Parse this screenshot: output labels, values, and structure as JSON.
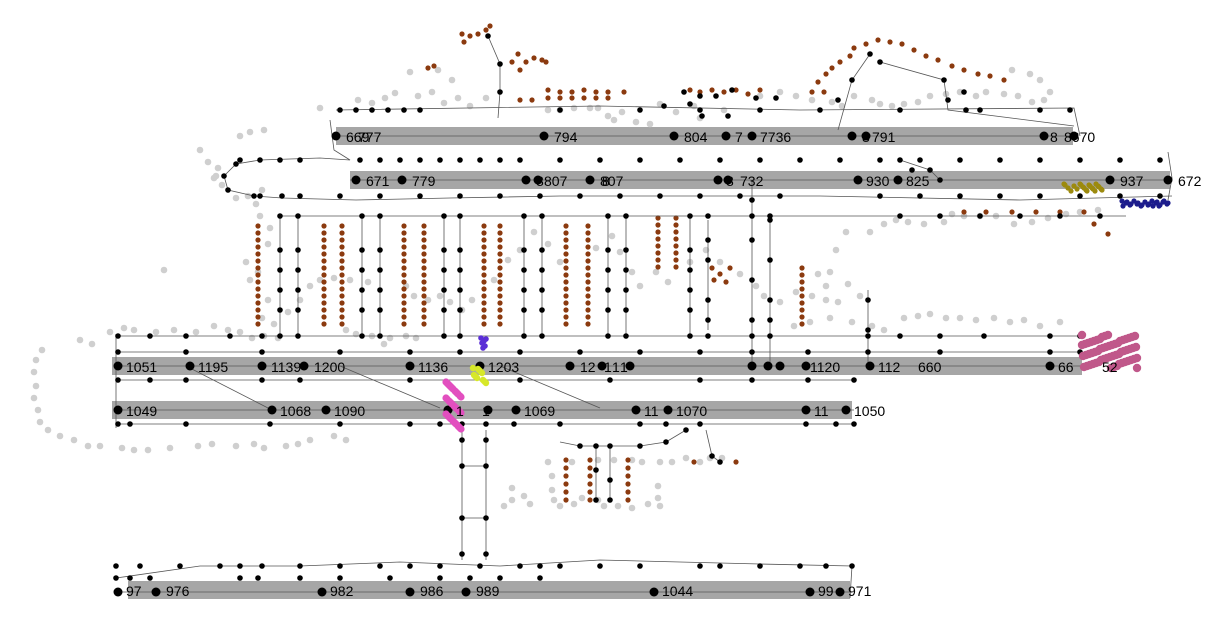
{
  "colors": {
    "aisle_band": "#a6a6a6",
    "edge": "#555555",
    "node": "#000000",
    "shelf_dot": "#8b3a0f",
    "ghost_dot": "#cfcfcf",
    "cluster_olive": "#9c8a0e",
    "cluster_navy": "#1c1c8c",
    "cluster_rose": "#c0588a",
    "cluster_magenta": "#e24fbf",
    "cluster_lime": "#d7e829",
    "cluster_violet": "#5a2ed6"
  },
  "aisles": [
    {
      "id": "aisle-a",
      "labels": [
        "669",
        "777",
        "794",
        "804",
        "7",
        "7736",
        "8",
        "791",
        "8",
        "8670"
      ]
    },
    {
      "id": "aisle-b",
      "labels": [
        "671",
        "779",
        "8",
        "807",
        "807",
        "8",
        "8",
        "732",
        "930",
        "825",
        "937",
        "672"
      ]
    },
    {
      "id": "aisle-c",
      "labels": [
        "1051",
        "1195",
        "1139",
        "1200",
        "1136",
        "1203",
        "12",
        "1",
        "1",
        "1",
        "1120",
        "112",
        "660",
        "66",
        "52"
      ]
    },
    {
      "id": "aisle-d",
      "labels": [
        "1049",
        "1068",
        "1090",
        "1",
        "1",
        "1069",
        "11",
        "1070",
        "11",
        "1050"
      ]
    },
    {
      "id": "aisle-e",
      "labels": [
        "97",
        "976",
        "982",
        "986",
        "989",
        "1044",
        "99",
        "971"
      ]
    }
  ],
  "node_labels": [
    "669",
    "777",
    "794",
    "804",
    "7",
    "7736",
    "8",
    "791",
    "8",
    "8670",
    "671",
    "779",
    "8",
    "807",
    "807",
    "8",
    "8",
    "732",
    "930",
    "825",
    "937",
    "672",
    "1051",
    "1195",
    "1139",
    "1200",
    "1136",
    "1203",
    "12",
    "1",
    "1",
    "1",
    "1120",
    "112",
    "660",
    "66",
    "52",
    "1049",
    "1068",
    "1090",
    "1",
    "1",
    "1069",
    "11",
    "1070",
    "11",
    "1050",
    "97",
    "976",
    "982",
    "986",
    "989",
    "1044",
    "99",
    "971"
  ]
}
